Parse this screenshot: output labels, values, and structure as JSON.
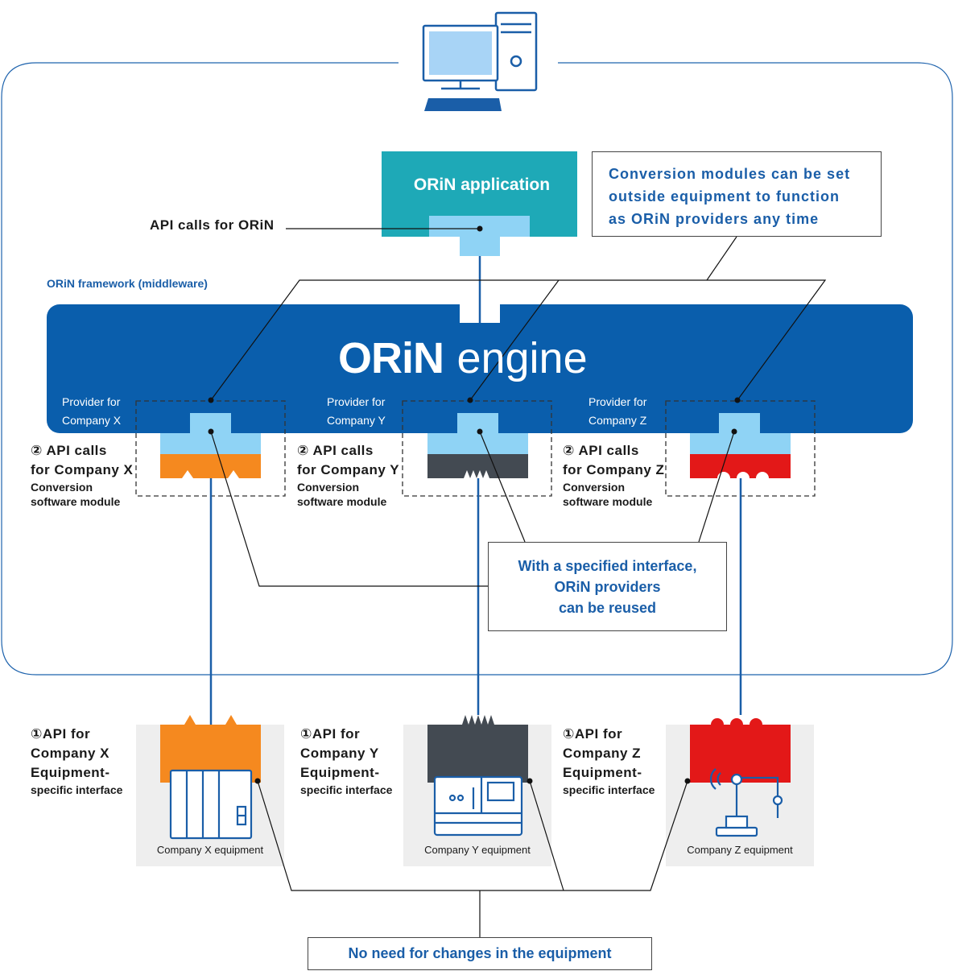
{
  "app": {
    "title": "ORiN application",
    "api_calls_orin": "API calls for ORiN",
    "conversion_note_lines": [
      "Conversion modules can be set",
      "outside equipment to function",
      "as ORiN providers any time"
    ]
  },
  "framework": {
    "label": "ORiN framework (middleware)",
    "engine_logo": "ORiN",
    "engine_word": "engine"
  },
  "providers": [
    {
      "line1": "Provider for",
      "line2": "Company X"
    },
    {
      "line1": "Provider for",
      "line2": "Company Y"
    },
    {
      "line1": "Provider for",
      "line2": "Company Z"
    }
  ],
  "module_labels": [
    {
      "line1": "② API calls",
      "line2": "for Company X",
      "line3": "Conversion",
      "line4": "software module"
    },
    {
      "line1": "② API calls",
      "line2": "for Company Y",
      "line3": "Conversion",
      "line4": "software module"
    },
    {
      "line1": "② API calls",
      "line2": "for Company Z",
      "line3": "Conversion",
      "line4": "software module"
    }
  ],
  "reuse_note_lines": [
    "With a specified interface,",
    "ORiN providers",
    "can be reused"
  ],
  "equipment_api_labels": [
    {
      "line1": "①API for",
      "line2": "Company X",
      "line3": "Equipment-",
      "line4": "specific interface"
    },
    {
      "line1": "①API for",
      "line2": "Company Y",
      "line3": "Equipment-",
      "line4": "specific interface"
    },
    {
      "line1": "①API for",
      "line2": "Company Z",
      "line3": "Equipment-",
      "line4": "specific interface"
    }
  ],
  "equipment": [
    {
      "caption": "Company X equipment"
    },
    {
      "caption": "Company Y equipment"
    },
    {
      "caption": "Company Z equipment"
    }
  ],
  "bottom_note": "No need for changes in the equipment",
  "colors": {
    "engine_blue": "#0a5eac",
    "app_teal": "#1ea9b7",
    "connector_light_blue": "#8fd3f5",
    "company_x_orange": "#f5891f",
    "company_y_gray": "#434a52",
    "company_z_red": "#e31818",
    "text_blue": "#1a5ea8"
  }
}
